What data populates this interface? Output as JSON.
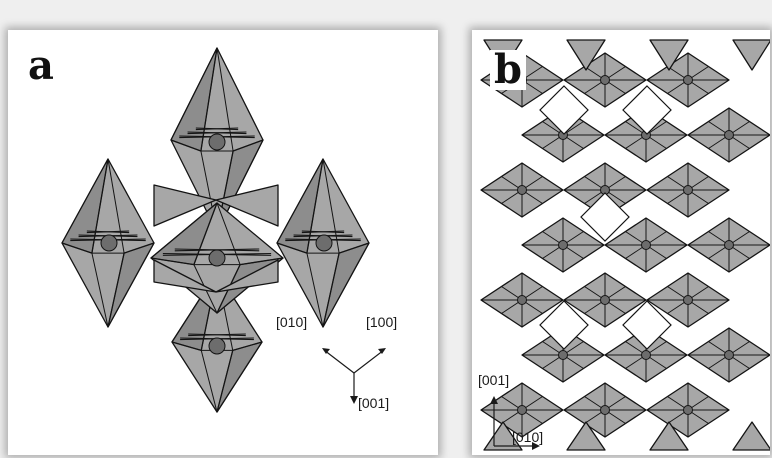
{
  "panels": [
    {
      "label": "a",
      "axes": [
        "[010]",
        "[100]",
        "[001]"
      ]
    },
    {
      "label": "b",
      "axes": [
        "[001]",
        "[010]"
      ]
    }
  ],
  "colors": {
    "polyhedron_fill": "#a7a7a7",
    "polyhedron_dark": "#8d8d8d",
    "edge": "#141414",
    "atom": "#6d6d6d",
    "background": "#ffffff",
    "page": "#efefef"
  }
}
